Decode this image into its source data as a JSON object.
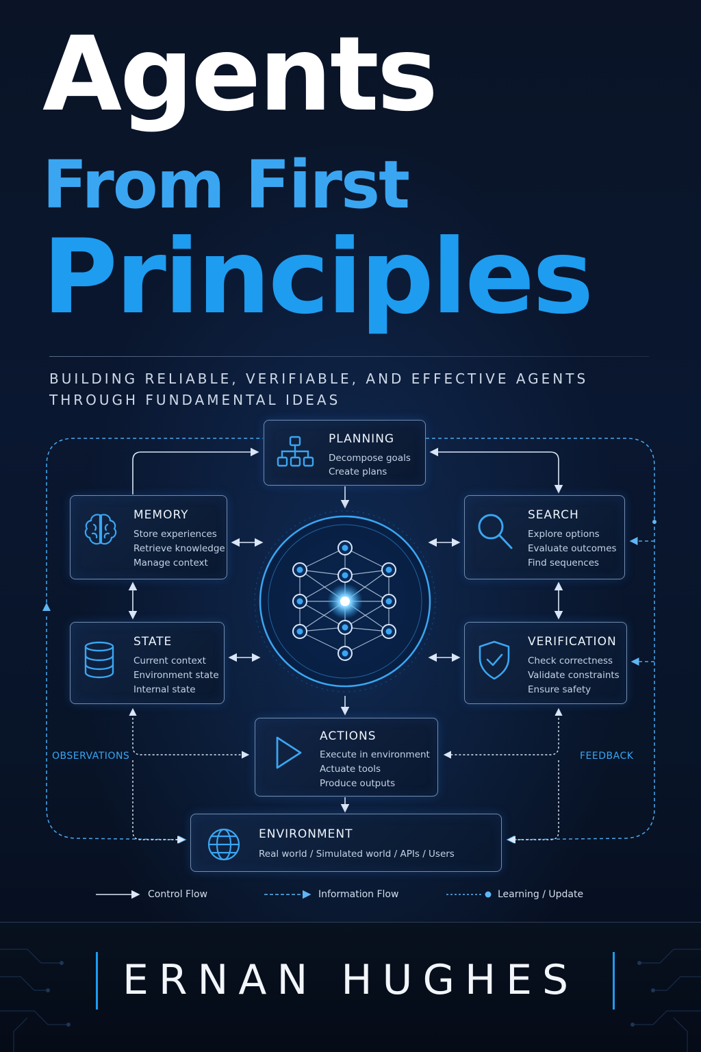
{
  "title": {
    "line1": "Agents",
    "line2": "From First",
    "line3": "Principles"
  },
  "subtitle": {
    "line1": "BUILDING RELIABLE, VERIFIABLE, AND EFFECTIVE AGENTS",
    "line2": "THROUGH FUNDAMENTAL IDEAS"
  },
  "diagram": {
    "planning": {
      "title": "PLANNING",
      "lines": [
        "Decompose goals",
        "Create plans"
      ],
      "icon": "hierarchy-icon"
    },
    "memory": {
      "title": "MEMORY",
      "lines": [
        "Store experiences",
        "Retrieve knowledge",
        "Manage context"
      ],
      "icon": "brain-icon"
    },
    "search": {
      "title": "SEARCH",
      "lines": [
        "Explore options",
        "Evaluate outcomes",
        "Find sequences"
      ],
      "icon": "magnifier-icon"
    },
    "state": {
      "title": "STATE",
      "lines": [
        "Current context",
        "Environment state",
        "Internal state"
      ],
      "icon": "database-icon"
    },
    "verification": {
      "title": "VERIFICATION",
      "lines": [
        "Check correctness",
        "Validate constraints",
        "Ensure safety"
      ],
      "icon": "shield-check-icon"
    },
    "actions": {
      "title": "ACTIONS",
      "lines": [
        "Execute in environment",
        "Actuate tools",
        "Produce outputs"
      ],
      "icon": "play-icon"
    },
    "environment": {
      "title": "ENVIRONMENT",
      "lines": [
        "Real world / Simulated world / APIs / Users"
      ],
      "icon": "globe-icon"
    },
    "observations_label": "OBSERVATIONS",
    "feedback_label": "FEEDBACK",
    "core_icon": "neural-network-icon"
  },
  "legend": {
    "control": "Control Flow",
    "information": "Information Flow",
    "learning": "Learning / Update"
  },
  "author": "ERNAN HUGHES",
  "colors": {
    "background": "#0a1426",
    "accent": "#1e9cf0",
    "accent_light": "#3aa6f2",
    "title_white": "#ffffff"
  }
}
